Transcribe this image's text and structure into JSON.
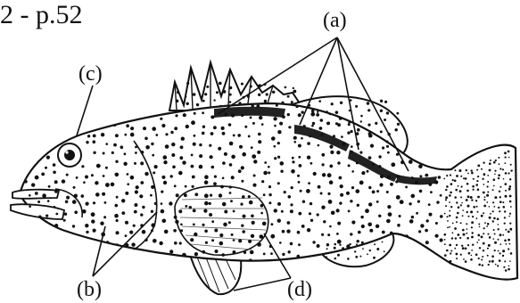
{
  "header": {
    "page_ref": "2 - p.52"
  },
  "callouts": {
    "a": "(a)",
    "b": "(b)",
    "c": "(c)",
    "d": "(d)"
  },
  "colors": {
    "ink": "#111111",
    "background": "#ffffff"
  }
}
